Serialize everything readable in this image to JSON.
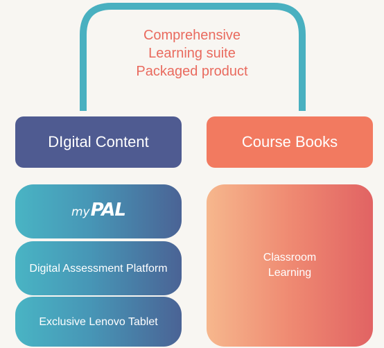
{
  "suite": {
    "lines": [
      "Comprehensive",
      "Learning suite",
      "Packaged product"
    ]
  },
  "columns": {
    "digital": {
      "header": "DIgital Content",
      "items": [
        {
          "logo_my": "my",
          "logo_pal": "PAL"
        },
        {
          "label": "Digital Assessment Platform"
        },
        {
          "label": "Exclusive Lenovo Tablet"
        }
      ]
    },
    "books": {
      "header": "Course Books",
      "items": [
        {
          "lines": [
            "Classroom",
            "Learning"
          ]
        }
      ]
    }
  },
  "colors": {
    "arch": "#49b0c0",
    "digital_header": "#4f5b91",
    "books_header": "#f27a60",
    "suite_text": "#e96a5e"
  },
  "icons": [
    "mypal-logo"
  ]
}
